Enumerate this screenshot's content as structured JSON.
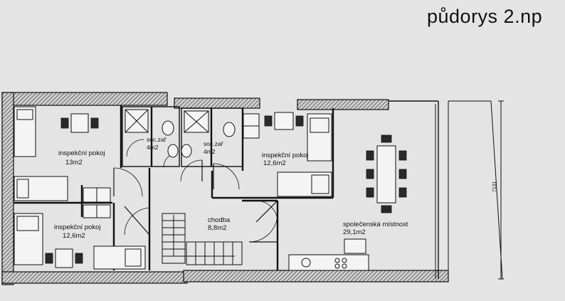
{
  "title": "půdorys  2.np",
  "rooms": [
    {
      "name": "inspekční pokoj",
      "area": "13m2"
    },
    {
      "name": "soc.zař",
      "area": "4m2"
    },
    {
      "name": "soc.zař",
      "area": "4m2"
    },
    {
      "name": "inspekční pokoj",
      "area": "12,6m2"
    },
    {
      "name": "inspekční pokoj",
      "area": "12,6m2"
    },
    {
      "name": "chodba",
      "area": "8,8m2"
    },
    {
      "name": "společenská místnost",
      "area": "29,1m2"
    }
  ],
  "dimension": "7131",
  "icons": [
    "bed-icon",
    "table-icon",
    "chair-icon",
    "toilet-icon",
    "sink-icon",
    "shower-icon",
    "door-swing-icon",
    "stair-icon",
    "kitchen-counter-icon"
  ]
}
